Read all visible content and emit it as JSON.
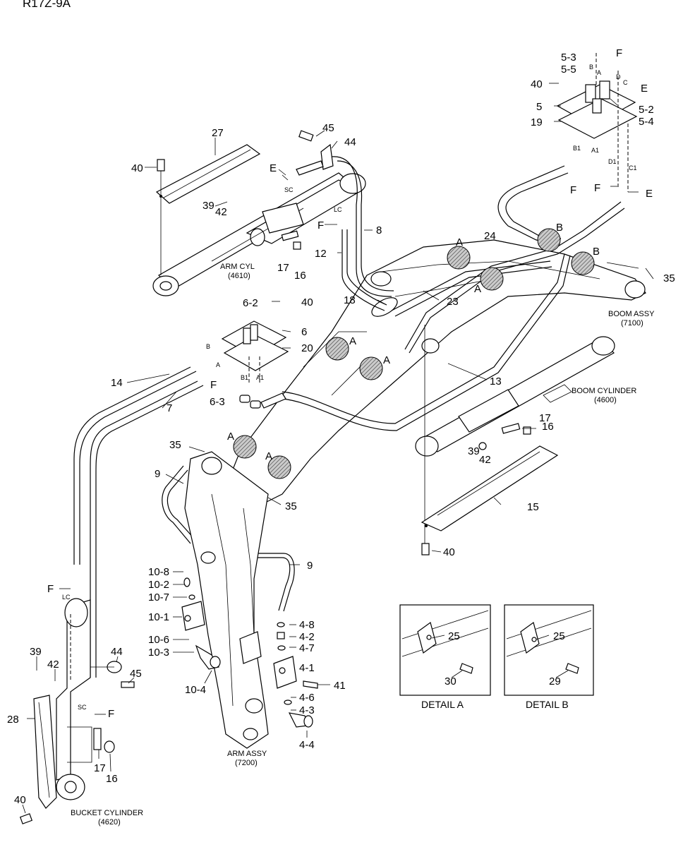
{
  "header": {
    "model": "R17Z-9A",
    "title": ""
  },
  "assemblies": {
    "arm_cyl": {
      "name": "ARM CYL",
      "code": "(4610)"
    },
    "boom_assy": {
      "name": "BOOM ASSY",
      "code": "(7100)"
    },
    "boom_cylinder": {
      "name": "BOOM CYLINDER",
      "code": "(4600)"
    },
    "arm_assy": {
      "name": "ARM ASSY",
      "code": "(7200)"
    },
    "bucket_cylinder": {
      "name": "BUCKET CYLINDER",
      "code": "(4620)"
    }
  },
  "details": {
    "a": {
      "title": "DETAIL A",
      "parts": [
        "25",
        "30"
      ]
    },
    "b": {
      "title": "DETAIL B",
      "parts": [
        "25",
        "29"
      ]
    }
  },
  "callouts": {
    "c27": "27",
    "c45": "45",
    "c44": "44",
    "c40a": "40",
    "cE1": "E",
    "cSC1": "SC",
    "c39a": "39",
    "c42a": "42",
    "cLC1": "LC",
    "cF1": "F",
    "c8": "8",
    "c12": "12",
    "c17a": "17",
    "c16a": "16",
    "c18": "18",
    "c23": "23",
    "c53": "5-3",
    "c55": "5-5",
    "cFtop": "F",
    "cB5": "B",
    "cA5": "A",
    "cD5": "D",
    "cC5": "C",
    "cE5": "E",
    "c40b": "40",
    "c5": "5",
    "c52": "5-2",
    "c54": "5-4",
    "c19": "19",
    "cB1a": "B1",
    "cA1a": "A1",
    "cD1": "D1",
    "cC1": "C1",
    "cF2": "F",
    "cF3": "F",
    "cE2": "E",
    "c24": "24",
    "cBa": "B",
    "cBb": "B",
    "cAa": "A",
    "cAb": "A",
    "c35a": "35",
    "c62": "6-2",
    "c40c": "40",
    "c6": "6",
    "c20": "20",
    "cB6": "B",
    "cA6": "A",
    "cF6": "F",
    "cB1b": "B1",
    "cA1b": "A1",
    "c63": "6-3",
    "cAc": "A",
    "cAd": "A",
    "c13": "13",
    "c14": "14",
    "c7": "7",
    "c35b": "35",
    "cAe": "A",
    "cAf": "A",
    "c9a": "9",
    "c35c": "35",
    "c17b": "17",
    "c16b": "16",
    "c39b": "39",
    "c42b": "42",
    "c15": "15",
    "c40d": "40",
    "c108": "10-8",
    "c102": "10-2",
    "c107": "10-7",
    "c101": "10-1",
    "c106": "10-6",
    "c103": "10-3",
    "c104": "10-4",
    "c9b": "9",
    "c48": "4-8",
    "c42p": "4-2",
    "c47": "4-7",
    "c41p": "4-1",
    "c41": "41",
    "c46": "4-6",
    "c43": "4-3",
    "c44p": "4-4",
    "cFb": "F",
    "cLCb": "LC",
    "c39c": "39",
    "c42c": "42",
    "c44b": "44",
    "c45b": "45",
    "c28": "28",
    "cSCb": "SC",
    "cFc": "F",
    "c17c": "17",
    "c16c": "16",
    "c40e": "40"
  },
  "colors": {
    "line": "#000000",
    "background": "#ffffff",
    "hatch": "#555555"
  }
}
